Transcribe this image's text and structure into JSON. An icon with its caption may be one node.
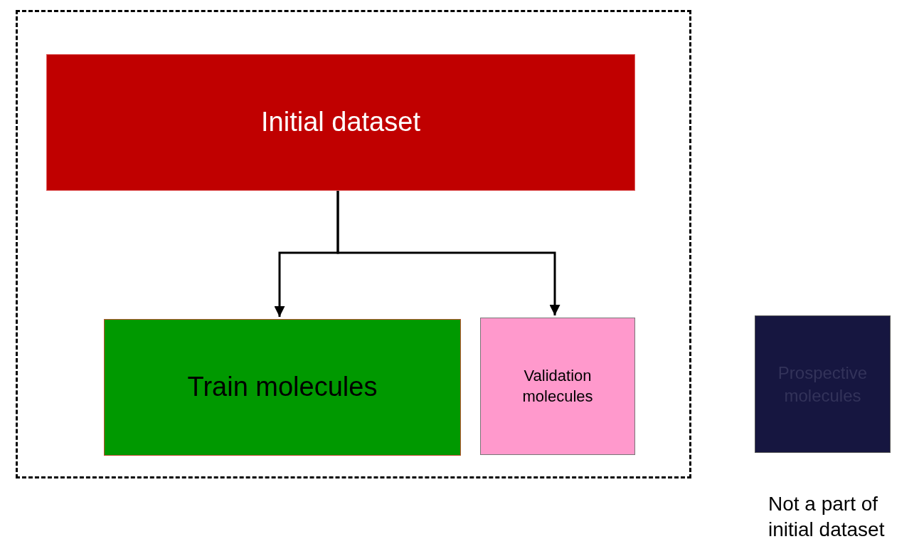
{
  "diagram": {
    "nodes": [
      {
        "text": [],
        "shape": "box"
      },
      {
        "text": [
          "Initial dataset"
        ],
        "in": 0
      },
      {
        "text": [
          "Train molecules"
        ],
        "in": 0
      },
      {
        "text": [
          "Validation molecules"
        ],
        "in": 0
      },
      {
        "text": [
          "Prospective molecules"
        ],
        "beside": [
          "Not a part of initial dataset"
        ]
      }
    ],
    "edges": [
      {
        "from": 1,
        "to": 2,
        "arrow": "to"
      },
      {
        "from": 1,
        "to": 3,
        "arrow": "to"
      }
    ]
  }
}
